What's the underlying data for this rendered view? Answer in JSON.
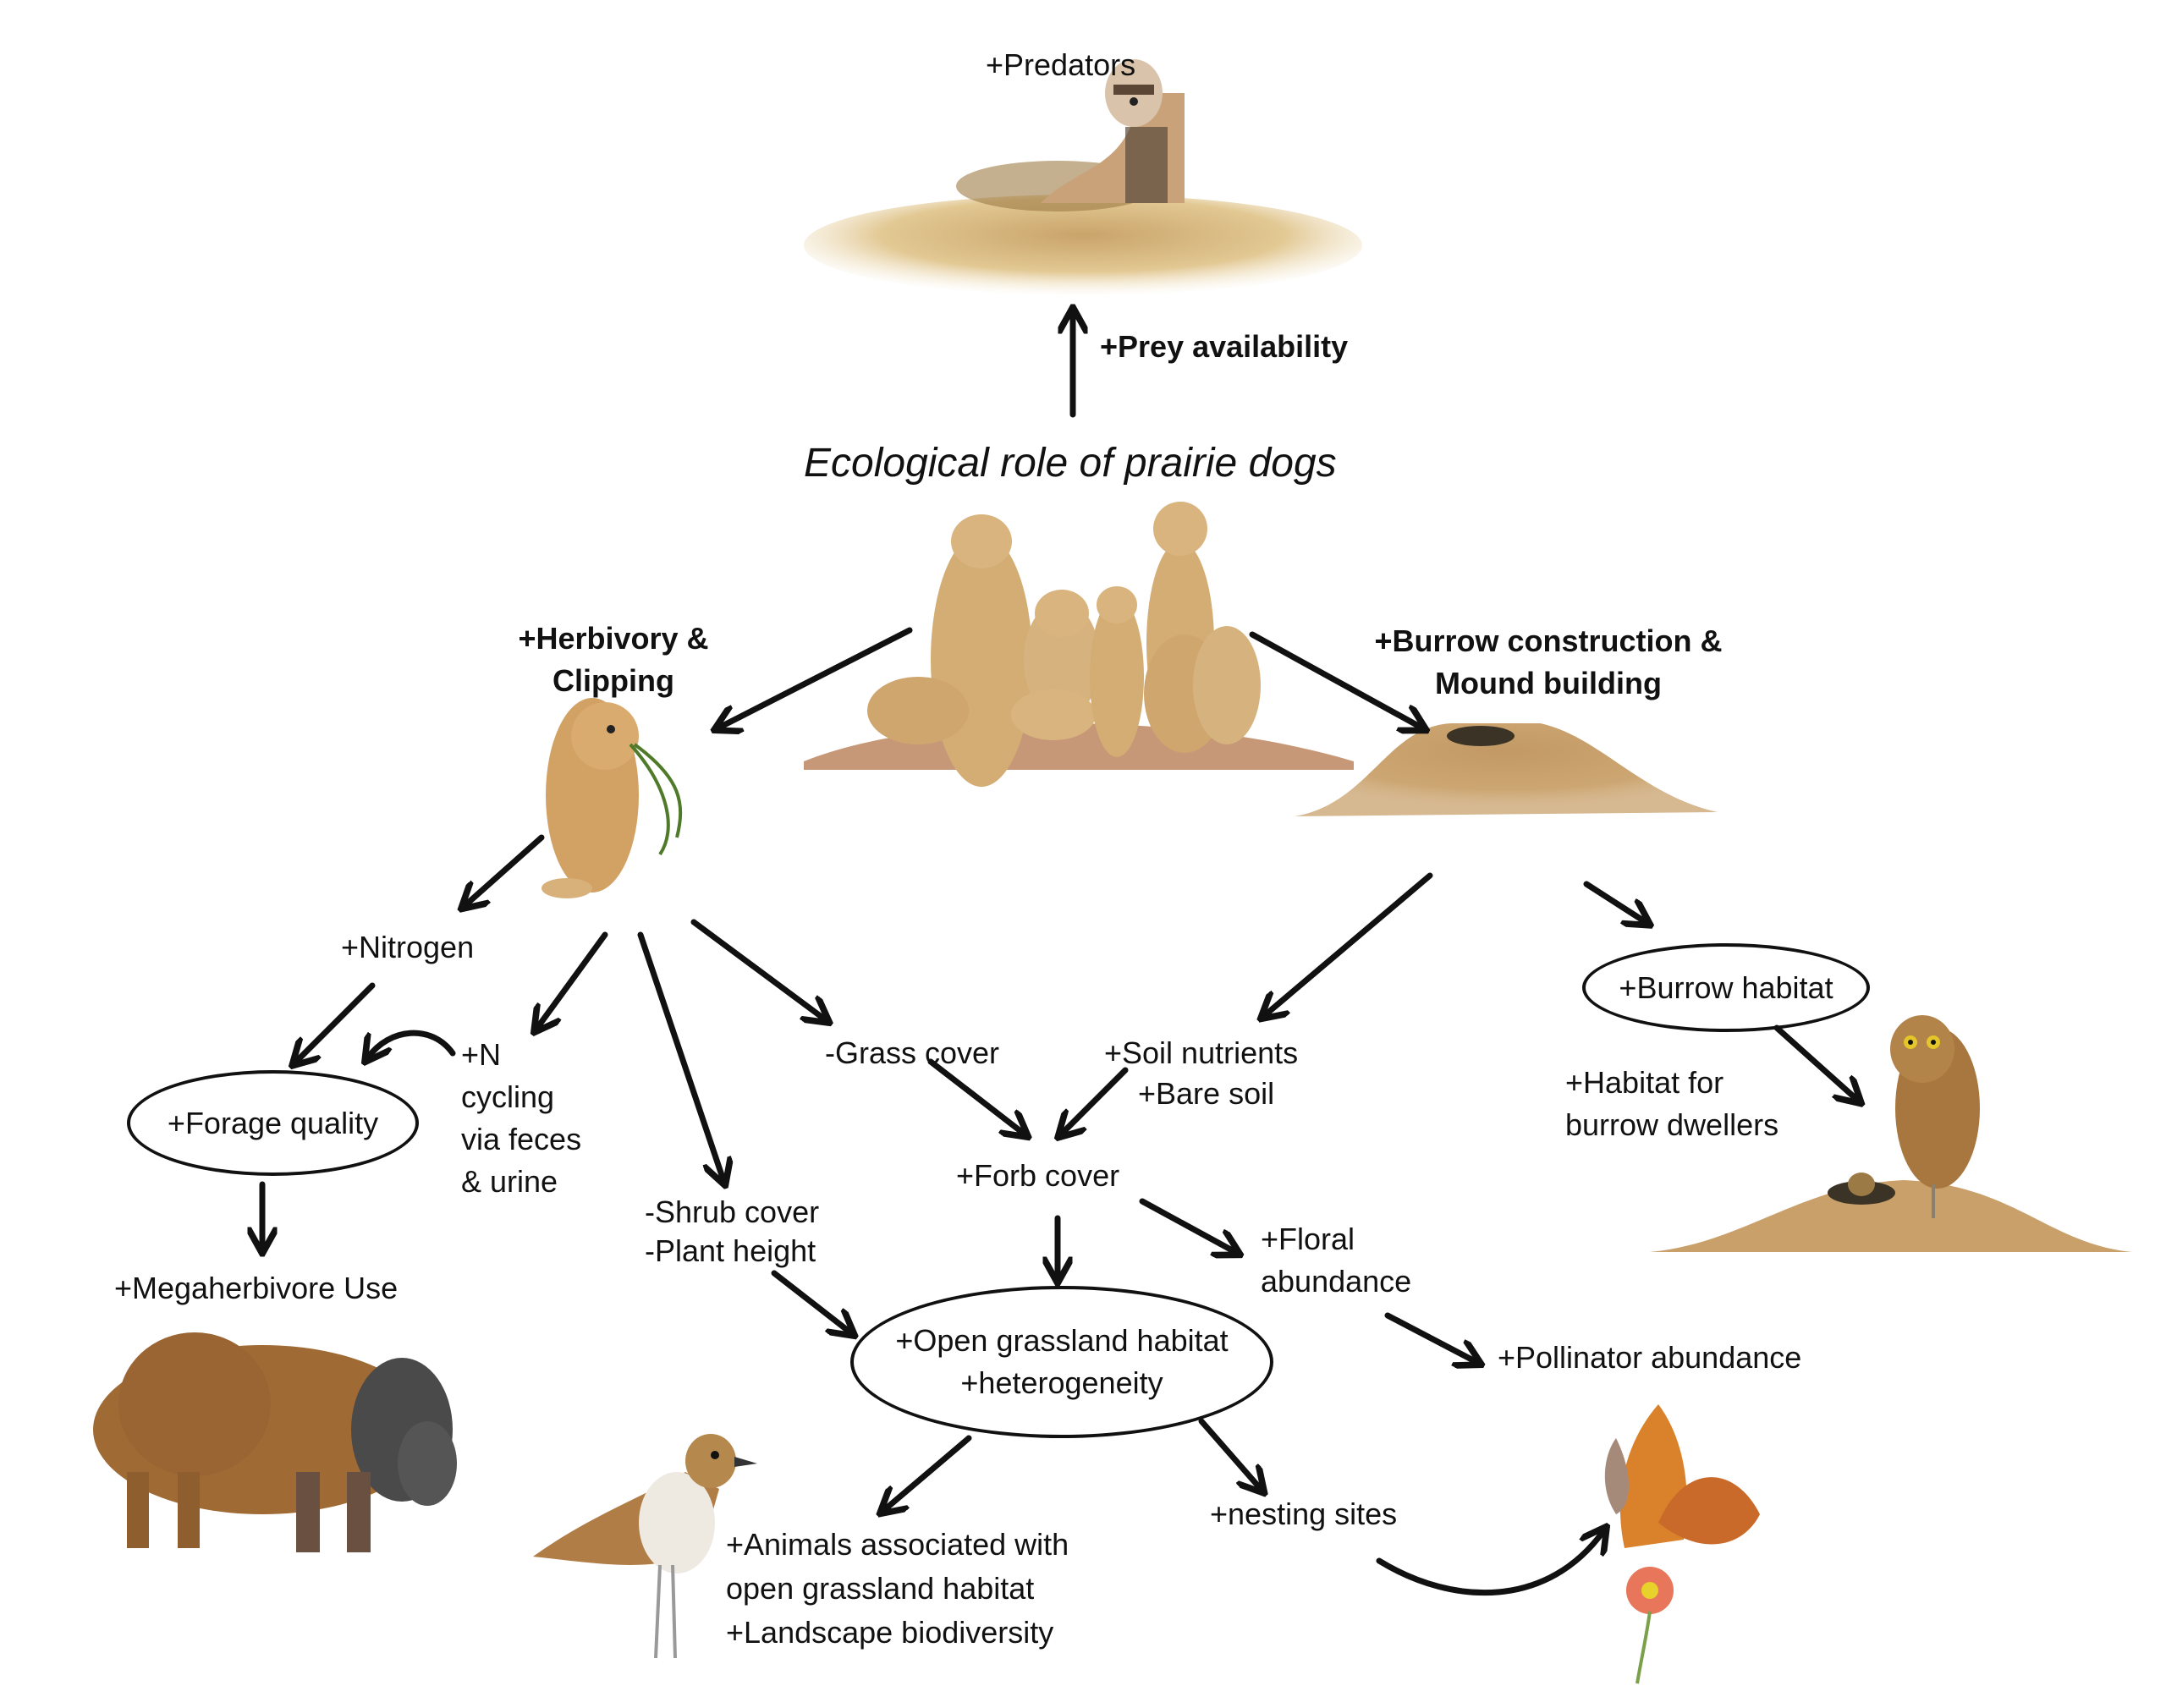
{
  "diagram": {
    "title": "Ecological role of prairie dogs",
    "colors": {
      "ink": "#111111",
      "soil_light": "#e6cf9d",
      "soil_mid": "#c9a46a",
      "soil_dark": "#8a6a3a",
      "fur": "#cfa062",
      "bison": "#a06a34",
      "bison_head": "#4a4a4a",
      "flower": "#e8765a",
      "butterfly": "#d9822b",
      "grass": "#4f7a2a"
    },
    "labels": {
      "predators": "+Predators",
      "prey_availability": "+Prey availability",
      "herbivory_line1": "+Herbivory &",
      "herbivory_line2": "Clipping",
      "burrow_line1": "+Burrow construction &",
      "burrow_line2": "Mound building",
      "nitrogen": "+Nitrogen",
      "n_cycling_line1": "+N",
      "n_cycling_line2": "cycling",
      "n_cycling_line3": "via feces",
      "n_cycling_line4": "& urine",
      "forage_quality": "+Forage quality",
      "megaherbivore": "+Megaherbivore Use",
      "grass_cover": "-Grass cover",
      "soil_nutrients": "+Soil nutrients",
      "bare_soil": "+Bare soil",
      "burrow_habitat": "+Burrow habitat",
      "habitat_dwellers_line1": "+Habitat for",
      "habitat_dwellers_line2": "burrow dwellers",
      "shrub_cover": "-Shrub cover",
      "plant_height": "-Plant height",
      "forb_cover": "+Forb cover",
      "floral_line1": "+Floral",
      "floral_line2": "abundance",
      "open_grassland_line1": "+Open grassland habitat",
      "open_grassland_line2": "+heterogeneity",
      "pollinator": "+Pollinator abundance",
      "nesting_sites": "+nesting sites",
      "animals_line1": "+Animals associated with",
      "animals_line2": "open grassland habitat",
      "biodiversity": "+Landscape biodiversity"
    },
    "illustrations": [
      "black-footed-ferret-on-mound",
      "prairie-dog-family-on-mound",
      "prairie-dog-eating-grass",
      "empty-burrow-mound",
      "burrowing-owl-on-mound",
      "bison",
      "mountain-plover",
      "butterfly-on-flower"
    ]
  }
}
